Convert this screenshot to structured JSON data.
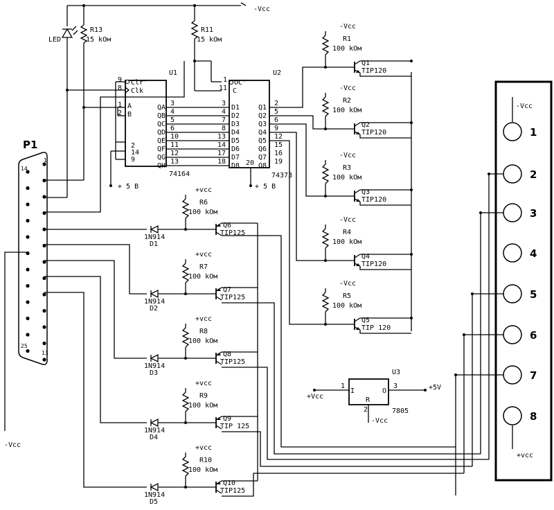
{
  "supplies": {
    "neg_vcc": "-Vcc",
    "pos_vcc": "+vcc",
    "plus5": "+ 5 B",
    "plus5v": "+5V"
  },
  "led": {
    "label": "LED"
  },
  "resistors": {
    "r13": {
      "name": "R13",
      "value": "15 kOм"
    },
    "r11": {
      "name": "R11",
      "value": "15 kOм"
    },
    "r1": {
      "name": "R1",
      "value": "100 kOм",
      "supply": "-Vcc"
    },
    "r2": {
      "name": "R2",
      "value": "100 kOм",
      "supply": "-Vcc"
    },
    "r3": {
      "name": "R3",
      "value": "100 kOм",
      "supply": "-Vcc"
    },
    "r4": {
      "name": "R4",
      "value": "100 kOм",
      "supply": "-Vcc"
    },
    "r5": {
      "name": "R5",
      "value": "100 kOм",
      "supply": "-Vcc"
    },
    "r6": {
      "name": "R6",
      "value": "100 kOм",
      "supply": "+vcc"
    },
    "r7": {
      "name": "R7",
      "value": "100 kOм",
      "supply": "+vcc"
    },
    "r8": {
      "name": "R8",
      "value": "100 kOм",
      "supply": "+vcc"
    },
    "r9": {
      "name": "R9",
      "value": "100 kOм",
      "supply": "+vcc"
    },
    "r10": {
      "name": "R10",
      "value": "100 kOм",
      "supply": "+vcc"
    }
  },
  "u1": {
    "name": "U1",
    "part": "74164",
    "left_pins": [
      "9",
      "8",
      "1",
      "2",
      "2",
      "14",
      "9"
    ],
    "left_labels": [
      "Clr'",
      "Clk",
      "A",
      "B"
    ],
    "right_labels": [
      "QA",
      "QB",
      "QC",
      "QD",
      "QE",
      "QF",
      "QG",
      "QH"
    ],
    "right_pins": [
      "3",
      "4",
      "5",
      "6",
      "10",
      "11",
      "12",
      "13"
    ]
  },
  "u2": {
    "name": "U2",
    "part": "74373",
    "top_pins": [
      "1",
      "11"
    ],
    "top_labels": [
      "OC'",
      "C"
    ],
    "left_labels": [
      "D1",
      "D2",
      "D3",
      "D4",
      "D5",
      "D6",
      "D7",
      "D8"
    ],
    "left_pins": [
      "3",
      "4",
      "7",
      "8",
      "13",
      "14",
      "17",
      "18"
    ],
    "right_labels": [
      "Q1",
      "Q2",
      "Q3",
      "Q4",
      "Q5",
      "Q6",
      "Q7",
      "Q8"
    ],
    "right_pins": [
      "2",
      "5",
      "6",
      "9",
      "12",
      "15",
      "16",
      "19"
    ],
    "gnd_pin": "20"
  },
  "u3": {
    "name": "U3",
    "part": "7805",
    "pin_in": "1",
    "pin_out": "3",
    "pin_gnd": "2",
    "label_in": "I",
    "label_out": "O",
    "label_gnd": "R",
    "in_supply": "+Vcc",
    "gnd_supply": "-Vcc"
  },
  "transistors_npn": [
    {
      "name": "Q1",
      "part": "TIP120"
    },
    {
      "name": "Q2",
      "part": "TIP120"
    },
    {
      "name": "Q3",
      "part": "TIP120"
    },
    {
      "name": "Q4",
      "part": "TIP120"
    },
    {
      "name": "Q5",
      "part": "TIP 120"
    }
  ],
  "transistors_pnp": [
    {
      "name": "Q6",
      "part": "TIP125"
    },
    {
      "name": "Q7",
      "part": "TIP125"
    },
    {
      "name": "Q8",
      "part": "TIP125"
    },
    {
      "name": "Q9",
      "part": "TIP 125"
    },
    {
      "name": "Q10",
      "part": "TIP125"
    }
  ],
  "diodes": [
    {
      "part": "1N914",
      "name": "D1"
    },
    {
      "part": "1N914",
      "name": "D2"
    },
    {
      "part": "1N914",
      "name": "D3"
    },
    {
      "part": "1N914",
      "name": "D4"
    },
    {
      "part": "1N914",
      "name": "D5"
    }
  ],
  "connector_p1": {
    "name": "P1",
    "pin14": "14",
    "pin1": "1",
    "pin25": "25",
    "pin13": "13"
  },
  "connector_out": {
    "top_supply": "-Vcc",
    "bottom_supply": "+vcc",
    "pins": [
      "1",
      "2",
      "3",
      "4",
      "5",
      "6",
      "7",
      "8"
    ]
  },
  "left_supply": "-Vcc"
}
